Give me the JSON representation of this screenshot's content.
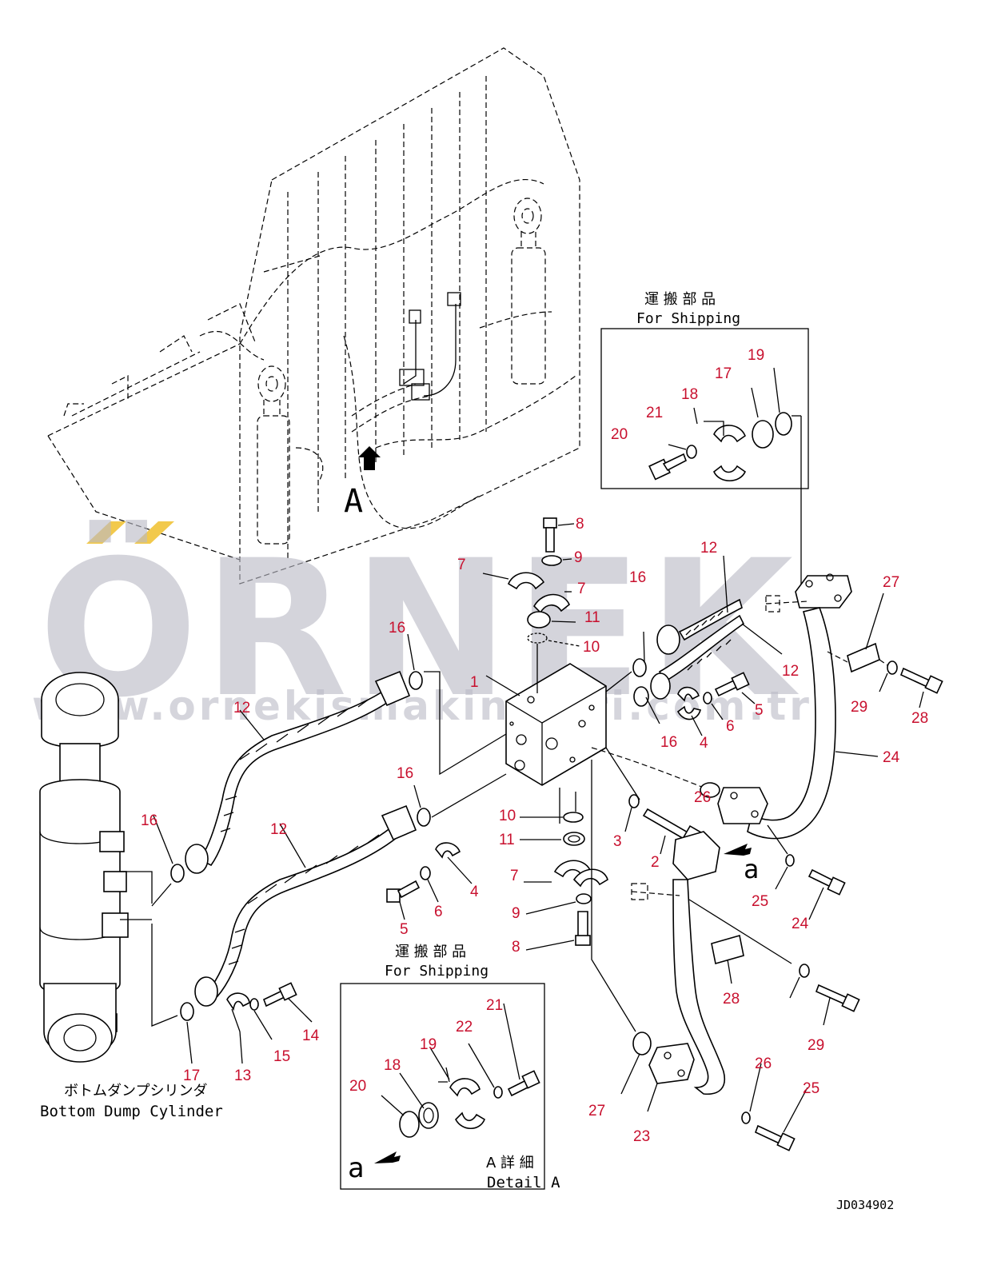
{
  "drawing_code": "JD034902",
  "watermark": {
    "brand": "ÖRNEK",
    "url": "www.ornekismakinalari.com.tr"
  },
  "view_label": "A",
  "cylinder_label": {
    "jp": "ボトムダンプシリンダ",
    "en": "Bottom Dump Cylinder"
  },
  "shipping_box_top": {
    "jp": "運 搬 部 品",
    "en": "For Shipping"
  },
  "shipping_box_bottom": {
    "jp": "運 搬 部 品",
    "en": "For Shipping"
  },
  "detail_label": {
    "jp": "A 詳 細",
    "en": "Detail A",
    "marker": "a"
  },
  "arrow_marker": "a",
  "parts": [
    "1",
    "2",
    "3",
    "4",
    "4",
    "5",
    "5",
    "6",
    "6",
    "7",
    "7",
    "7",
    "8",
    "8",
    "9",
    "9",
    "10",
    "10",
    "11",
    "11",
    "12",
    "12",
    "12",
    "12",
    "13",
    "14",
    "15",
    "16",
    "16",
    "16",
    "16",
    "16",
    "17",
    "17",
    "18",
    "18",
    "19",
    "19",
    "20",
    "20",
    "21",
    "21",
    "22",
    "23",
    "24",
    "24",
    "25",
    "25",
    "26",
    "26",
    "27",
    "27",
    "28",
    "28",
    "29",
    "29"
  ],
  "colors": {
    "callout": "#c8102e",
    "line": "#000000",
    "watermark": "#b9b9c5",
    "logo_accent": "#f2c94c"
  }
}
